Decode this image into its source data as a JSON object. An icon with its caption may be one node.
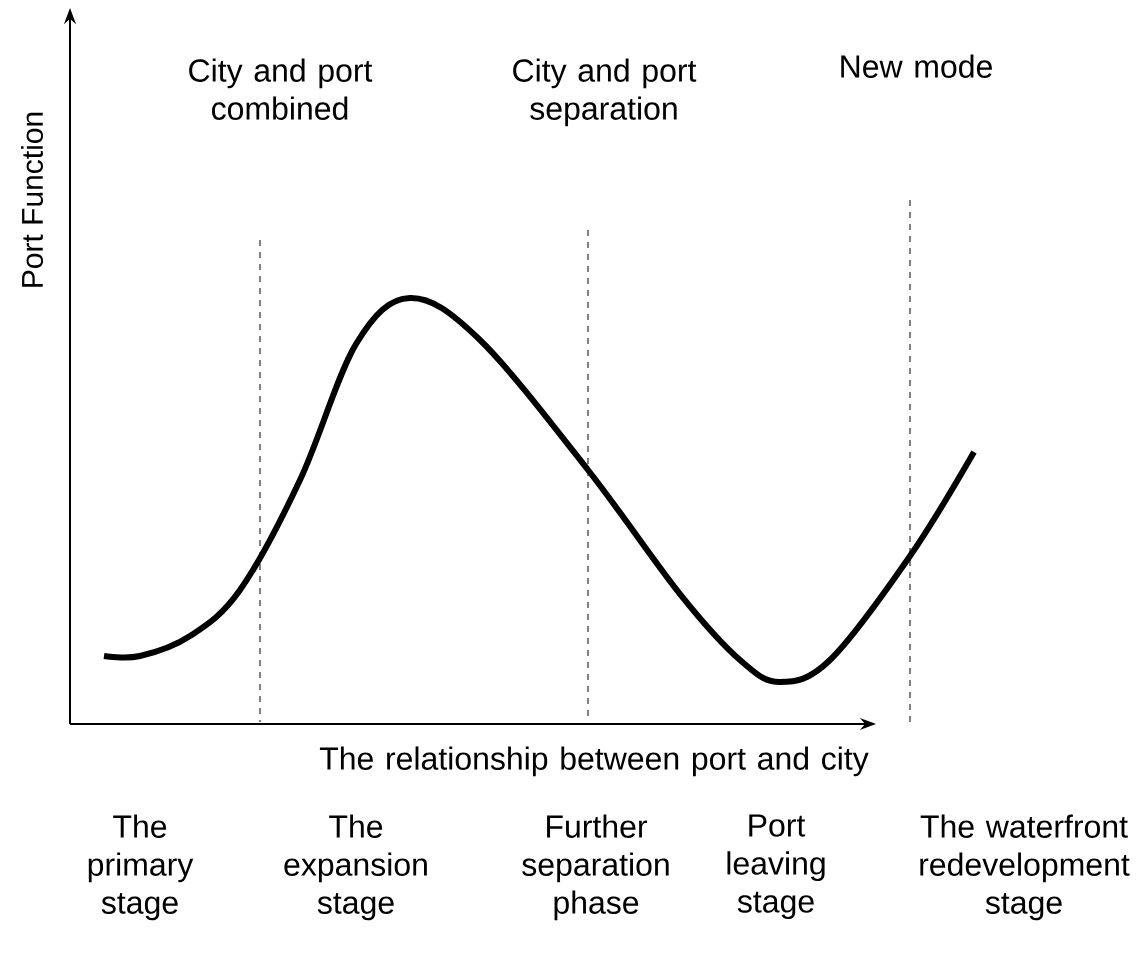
{
  "diagram": {
    "labels": [
      "City and port combined",
      "City and port separation",
      "New mode",
      "Port Function",
      "The relationship between port and city",
      "The primary stage",
      "The expansion stage",
      "Further separation phase",
      "Port leaving stage",
      "The waterfront redevelopment stage"
    ]
  }
}
